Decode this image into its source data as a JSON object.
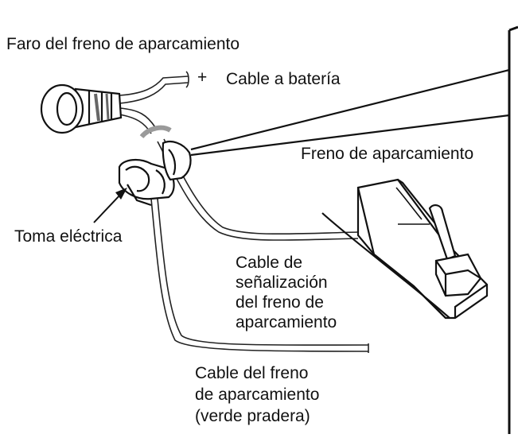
{
  "labels": {
    "parking_brake_lamp": "Faro del freno de aparcamiento",
    "plus_sign": "+",
    "battery_cable": "Cable a batería",
    "parking_brake": "Freno de aparcamiento",
    "power_socket": "Toma eléctrica",
    "signal_cable": [
      "Cable de",
      "señalización",
      "del freno de",
      "aparcamiento"
    ],
    "brake_cable": [
      "Cable del freno",
      "de aparcamiento",
      "(verde pradera)"
    ]
  }
}
